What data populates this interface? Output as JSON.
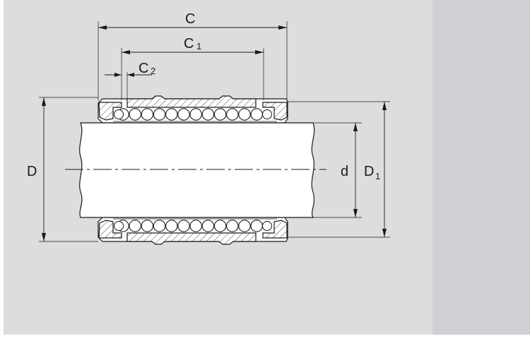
{
  "drawing": {
    "labels": {
      "C": "C",
      "C1_main": "C",
      "C1_sub": "1",
      "C2_main": "C",
      "C2_sub": "2",
      "D": "D",
      "d": "d",
      "D1_main": "D",
      "D1_sub": "1"
    },
    "colors": {
      "panel_main": "#dcdddf",
      "panel_side": "#cfd0d3",
      "shaft": "#ffffff",
      "housing": "#ffffff",
      "line": "#1a1a1a"
    }
  }
}
